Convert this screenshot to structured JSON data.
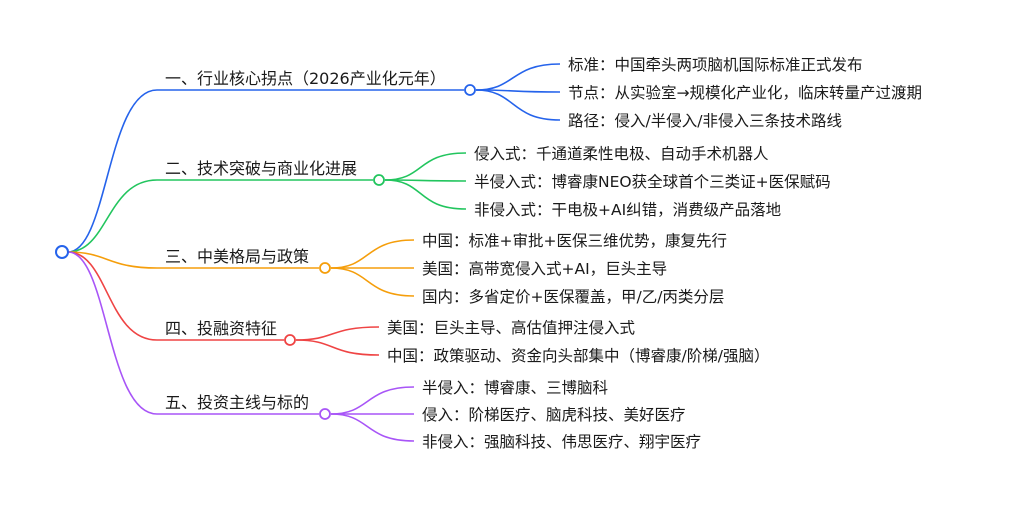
{
  "mindmap": {
    "branches": [
      {
        "label": "一、行业核心拐点（2026产业化元年）",
        "color": "#2563eb",
        "leaves": [
          "标准：中国牵头两项脑机国际标准正式发布",
          "节点：从实验室→规模化产业化，临床转量产过渡期",
          "路径：侵入/半侵入/非侵入三条技术路线"
        ]
      },
      {
        "label": "二、技术突破与商业化进展",
        "color": "#22c55e",
        "leaves": [
          "侵入式：千通道柔性电极、自动手术机器人",
          "半侵入式：博睿康NEO获全球首个三类证+医保赋码",
          "非侵入式：干电极+AI纠错，消费级产品落地"
        ]
      },
      {
        "label": "三、中美格局与政策",
        "color": "#f59e0b",
        "leaves": [
          "中国：标准+审批+医保三维优势，康复先行",
          "美国：高带宽侵入式+AI，巨头主导",
          "国内：多省定价+医保覆盖，甲/乙/丙类分层"
        ]
      },
      {
        "label": "四、投融资特征",
        "color": "#ef4444",
        "leaves": [
          "美国：巨头主导、高估值押注侵入式",
          "中国：政策驱动、资金向头部集中（博睿康/阶梯/强脑）"
        ]
      },
      {
        "label": "五、投资主线与标的",
        "color": "#a855f7",
        "leaves": [
          "半侵入：博睿康、三博脑科",
          "侵入：阶梯医疗、脑虎科技、美好医疗",
          "非侵入：强脑科技、伟思医疗、翔宇医疗"
        ]
      }
    ],
    "root_color": "#2563eb"
  }
}
